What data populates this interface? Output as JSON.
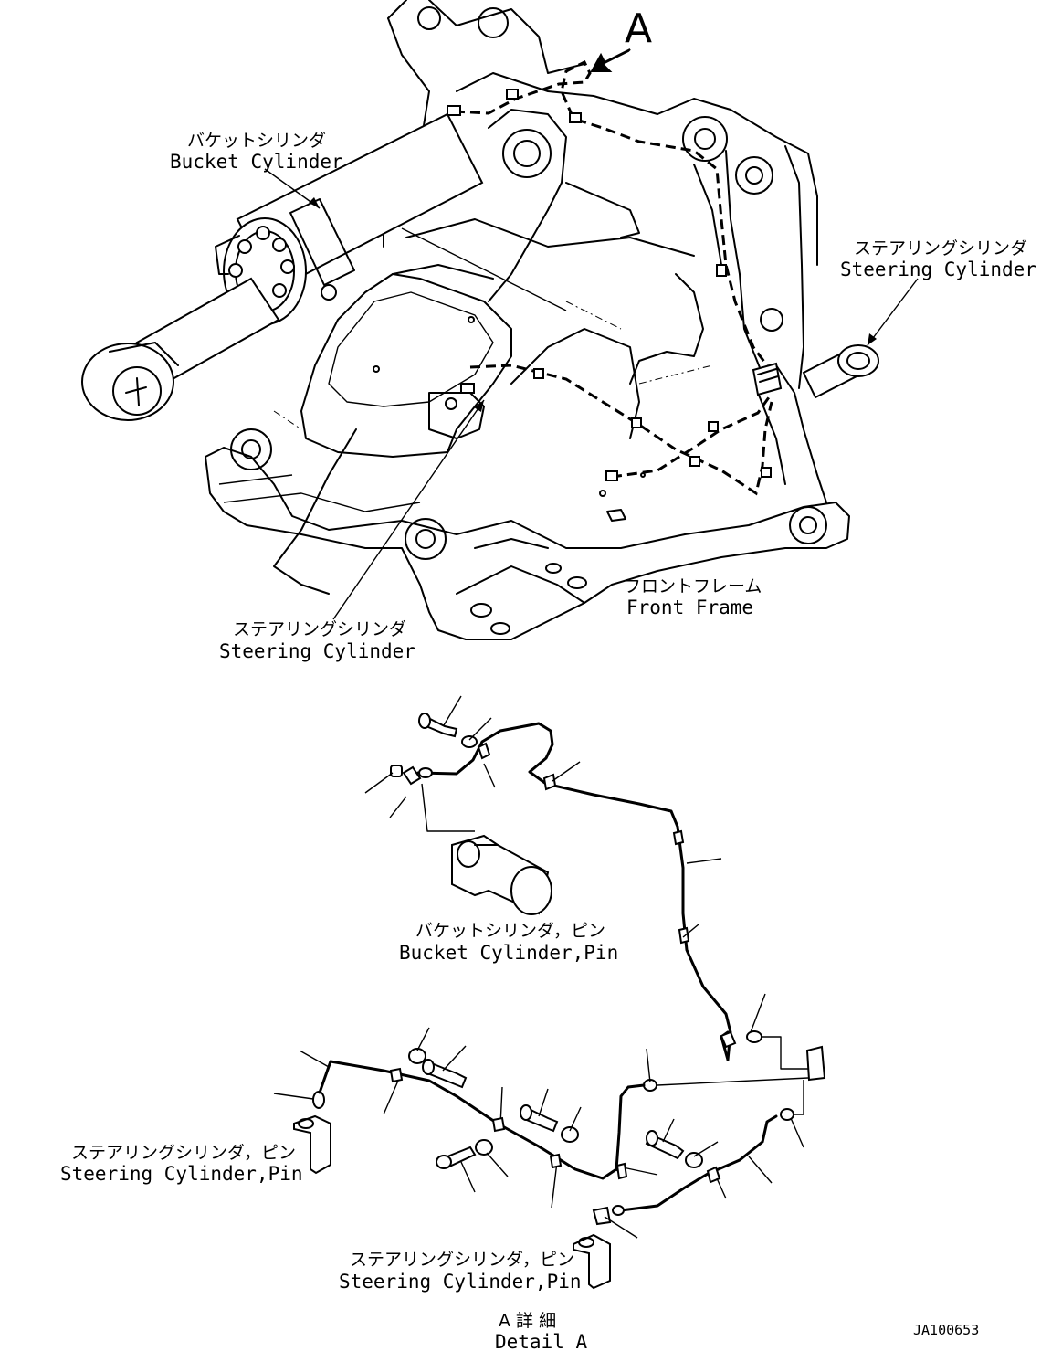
{
  "view_marker": "A",
  "labels": {
    "bucket_cylinder": {
      "jp": "バケットシリンダ",
      "en": "Bucket Cylinder"
    },
    "steering_cylinder_right": {
      "jp": "ステアリングシリンダ",
      "en": "Steering Cylinder"
    },
    "steering_cylinder_left": {
      "jp": "ステアリングシリンダ",
      "en": "Steering Cylinder"
    },
    "front_frame": {
      "jp": "フロントフレーム",
      "en": "Front Frame"
    },
    "bucket_cylinder_pin": {
      "jp": "バケットシリンダ，ピン",
      "en": "Bucket Cylinder,Pin"
    },
    "steering_cylinder_pin_left": {
      "jp": "ステアリングシリンダ，ピン",
      "en": "Steering Cylinder,Pin"
    },
    "steering_cylinder_pin_bottom": {
      "jp": "ステアリングシリンダ，ピン",
      "en": "Steering Cylinder,Pin"
    },
    "detail": {
      "jp": "A 詳 細",
      "en": "Detail A"
    }
  },
  "drawing_code": "JA100653"
}
